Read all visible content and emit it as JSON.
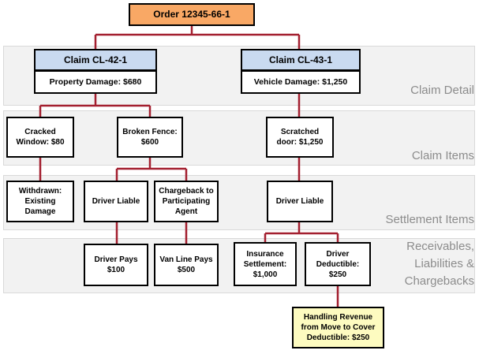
{
  "bands": {
    "claim_detail": "Claim Detail",
    "claim_items": "Claim Items",
    "settlement_items": "Settlement Items",
    "receivables": "Receivables, Liabilities & Chargebacks"
  },
  "order": {
    "label": "Order 12345-66-1"
  },
  "claims": [
    {
      "title": "Claim CL-42-1",
      "detail": "Property Damage: $680"
    },
    {
      "title": "Claim CL-43-1",
      "detail": "Vehicle Damage: $1,250"
    }
  ],
  "claim_items": {
    "cracked_window": "Cracked Window: $80",
    "broken_fence": "Broken Fence: $600",
    "scratched_door": "Scratched door: $1,250"
  },
  "settlement_items": {
    "withdrawn": "Withdrawn: Existing Damage",
    "driver_liable_1": "Driver Liable",
    "chargeback": "Chargeback to Participating Agent",
    "driver_liable_2": "Driver Liable"
  },
  "receivables": {
    "driver_pays": "Driver Pays $100",
    "van_line_pays": "Van Line Pays $500",
    "insurance": "Insurance Settlement: $1,000",
    "driver_deductible": "Driver Deductible: $250"
  },
  "handling_revenue": "Handling Revenue from Move to Cover Deductible: $250",
  "colors": {
    "connector": "#a31f2f",
    "order_fill": "#f9a865",
    "claim_fill": "#c9daf0",
    "highlight_fill": "#fdfbc0",
    "band_fill": "#f2f2f2",
    "band_text": "#8c8c8c"
  }
}
